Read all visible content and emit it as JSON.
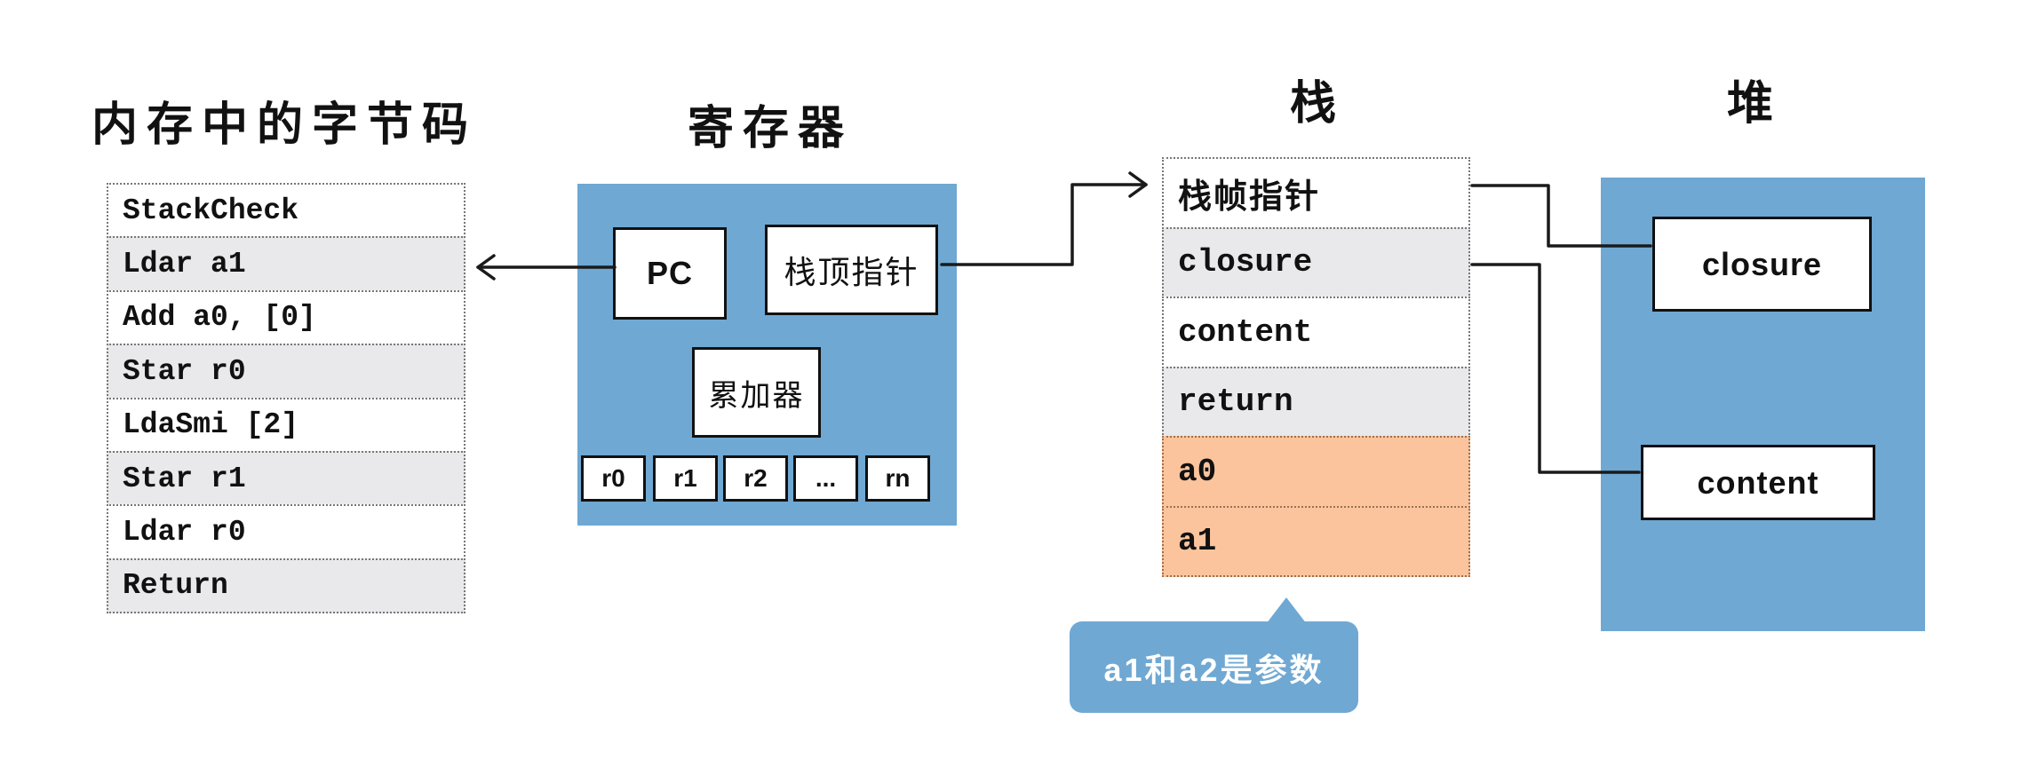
{
  "titles": {
    "bytecode": "内存中的字节码",
    "registers": "寄存器",
    "stack": "栈",
    "heap": "堆"
  },
  "bytecode_list": [
    "StackCheck",
    "Ldar a1",
    "Add a0, [0]",
    "Star r0",
    "LdaSmi [2]",
    "Star r1",
    "Ldar r0",
    "Return"
  ],
  "registers": {
    "pc": "PC",
    "stack_top_pointer": "栈顶指针",
    "accumulator": "累加器",
    "general": [
      "r0",
      "r1",
      "r2",
      "...",
      "rn"
    ]
  },
  "stack_list": [
    "栈帧指针",
    "closure",
    "content",
    "return",
    "a0",
    "a1"
  ],
  "heap": {
    "closure": "closure",
    "content": "content"
  },
  "callout": "a1和a2是参数",
  "colors": {
    "blue": "#6fa8d3",
    "orange": "#fbc49d",
    "gray_row": "#e9e9eb",
    "ink": "#1a1a1a"
  }
}
